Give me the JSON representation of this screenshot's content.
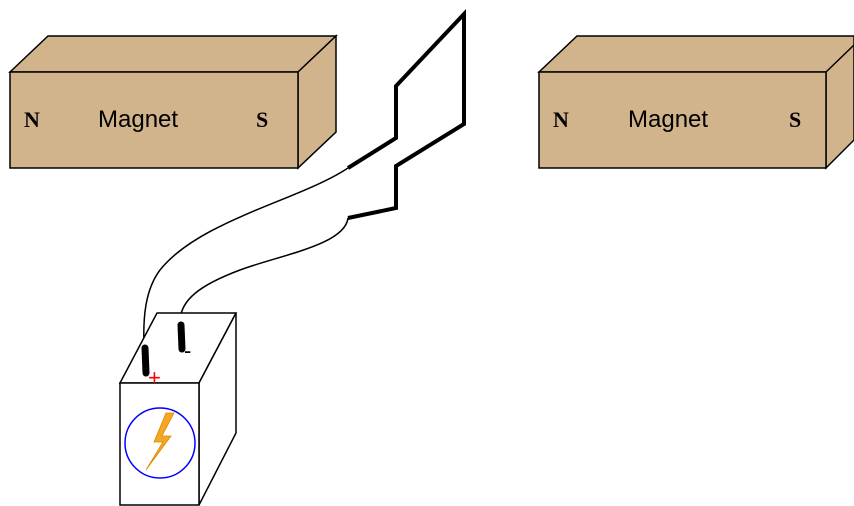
{
  "magnets": [
    {
      "north_label": "N",
      "name_label": "Magnet",
      "south_label": "S"
    },
    {
      "north_label": "N",
      "name_label": "Magnet",
      "south_label": "S"
    }
  ],
  "battery": {
    "positive_label": "+",
    "negative_label": "-",
    "icon": "lightning-bolt-icon"
  },
  "colors": {
    "magnet_fill": "#d2b48c",
    "positive_sign": "#ff0000",
    "bolt_fill": "#f5a623",
    "icon_circle": "#0000ff",
    "outline": "#000000"
  }
}
